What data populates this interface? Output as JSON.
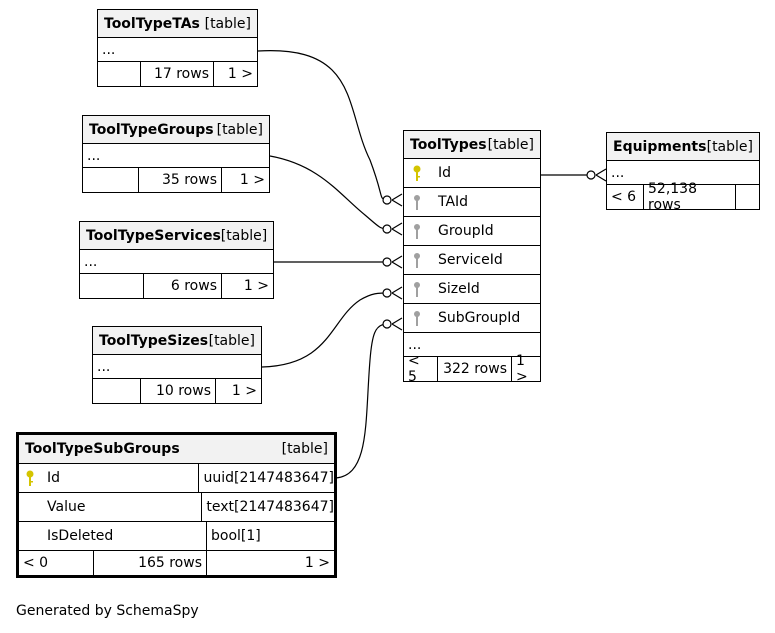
{
  "tables": {
    "tooltypetas": {
      "name": "ToolTypeTAs",
      "tag": "[table]",
      "ellipsis": "...",
      "rows": "17 rows",
      "children": "1 >"
    },
    "tooltypegroups": {
      "name": "ToolTypeGroups",
      "tag": "[table]",
      "ellipsis": "...",
      "rows": "35 rows",
      "children": "1 >"
    },
    "tooltypeservices": {
      "name": "ToolTypeServices",
      "tag": "[table]",
      "ellipsis": "...",
      "rows": "6 rows",
      "children": "1 >"
    },
    "tooltypesizes": {
      "name": "ToolTypeSizes",
      "tag": "[table]",
      "ellipsis": "...",
      "rows": "10 rows",
      "children": "1 >"
    },
    "tooltypes": {
      "name": "ToolTypes",
      "tag": "[table]",
      "columns": [
        "Id",
        "TAId",
        "GroupId",
        "ServiceId",
        "SizeId",
        "SubGroupId"
      ],
      "ellipsis": "...",
      "parents": "< 5",
      "rows": "322 rows",
      "children": "1 >"
    },
    "equipments": {
      "name": "Equipments",
      "tag": "[table]",
      "ellipsis": "...",
      "parents": "< 6",
      "rows": "52,138 rows"
    },
    "tooltypesubgroups": {
      "name": "ToolTypeSubGroups",
      "tag": "[table]",
      "columns": [
        {
          "name": "Id",
          "type": "uuid[2147483647]"
        },
        {
          "name": "Value",
          "type": "text[2147483647]"
        },
        {
          "name": "IsDeleted",
          "type": "bool[1]"
        }
      ],
      "parents": "< 0",
      "rows": "165 rows",
      "children": "1 >"
    }
  },
  "colors": {
    "primary_key": "#d4c400",
    "foreign_key": "#a0a0a0",
    "header_bg": "#f2f2f2"
  },
  "footer": "Generated by SchemaSpy"
}
